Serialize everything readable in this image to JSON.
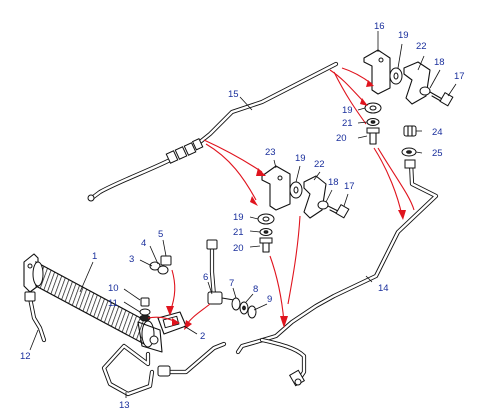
{
  "diagram": {
    "callouts": [
      "1",
      "2",
      "3",
      "4",
      "5",
      "6",
      "7",
      "8",
      "9",
      "10",
      "11",
      "12",
      "13",
      "14",
      "15",
      "16",
      "17",
      "18",
      "19",
      "19",
      "19",
      "20",
      "20",
      "21",
      "21",
      "22",
      "22",
      "23",
      "24",
      "25"
    ]
  },
  "colors": {
    "callout_text": "#1a2f9c",
    "arrow": "#e0141e",
    "line_art": "#111111"
  }
}
